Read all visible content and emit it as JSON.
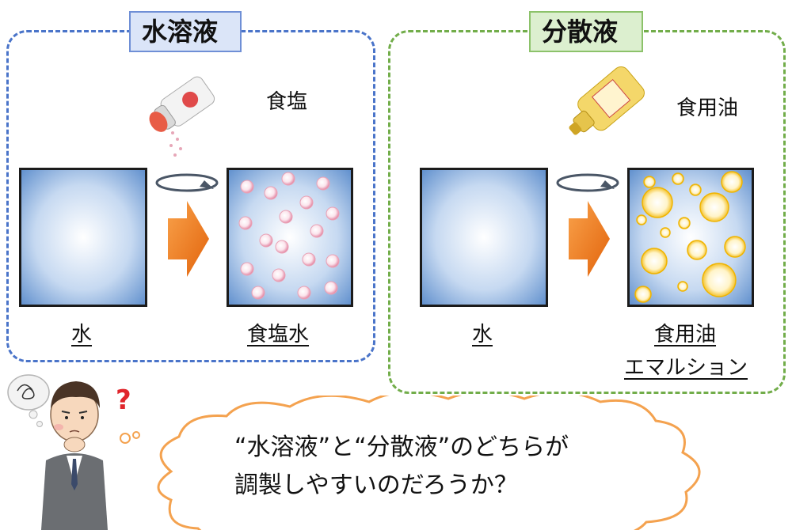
{
  "left_panel": {
    "title": "水溶液",
    "additive_label": "食塩",
    "before_label": "水",
    "after_label": "食塩水"
  },
  "right_panel": {
    "title": "分散液",
    "additive_label": "食用油",
    "before_label": "水",
    "after_label_line1": "食用油",
    "after_label_line2": "エマルション"
  },
  "question": {
    "line1": "“水溶液”と“分散液”のどちらが",
    "line2": "調製しやすいのだろうか？",
    "mark": "?"
  },
  "icons": {
    "salt_shaker_label": "食塩",
    "oil_bottle_label": "食用油"
  },
  "colors": {
    "left_border": "#4a74c9",
    "right_border": "#72ad4a",
    "arrow": "#f07b1b",
    "cloud_border": "#f4a24f",
    "question_mark": "#e0262c"
  }
}
